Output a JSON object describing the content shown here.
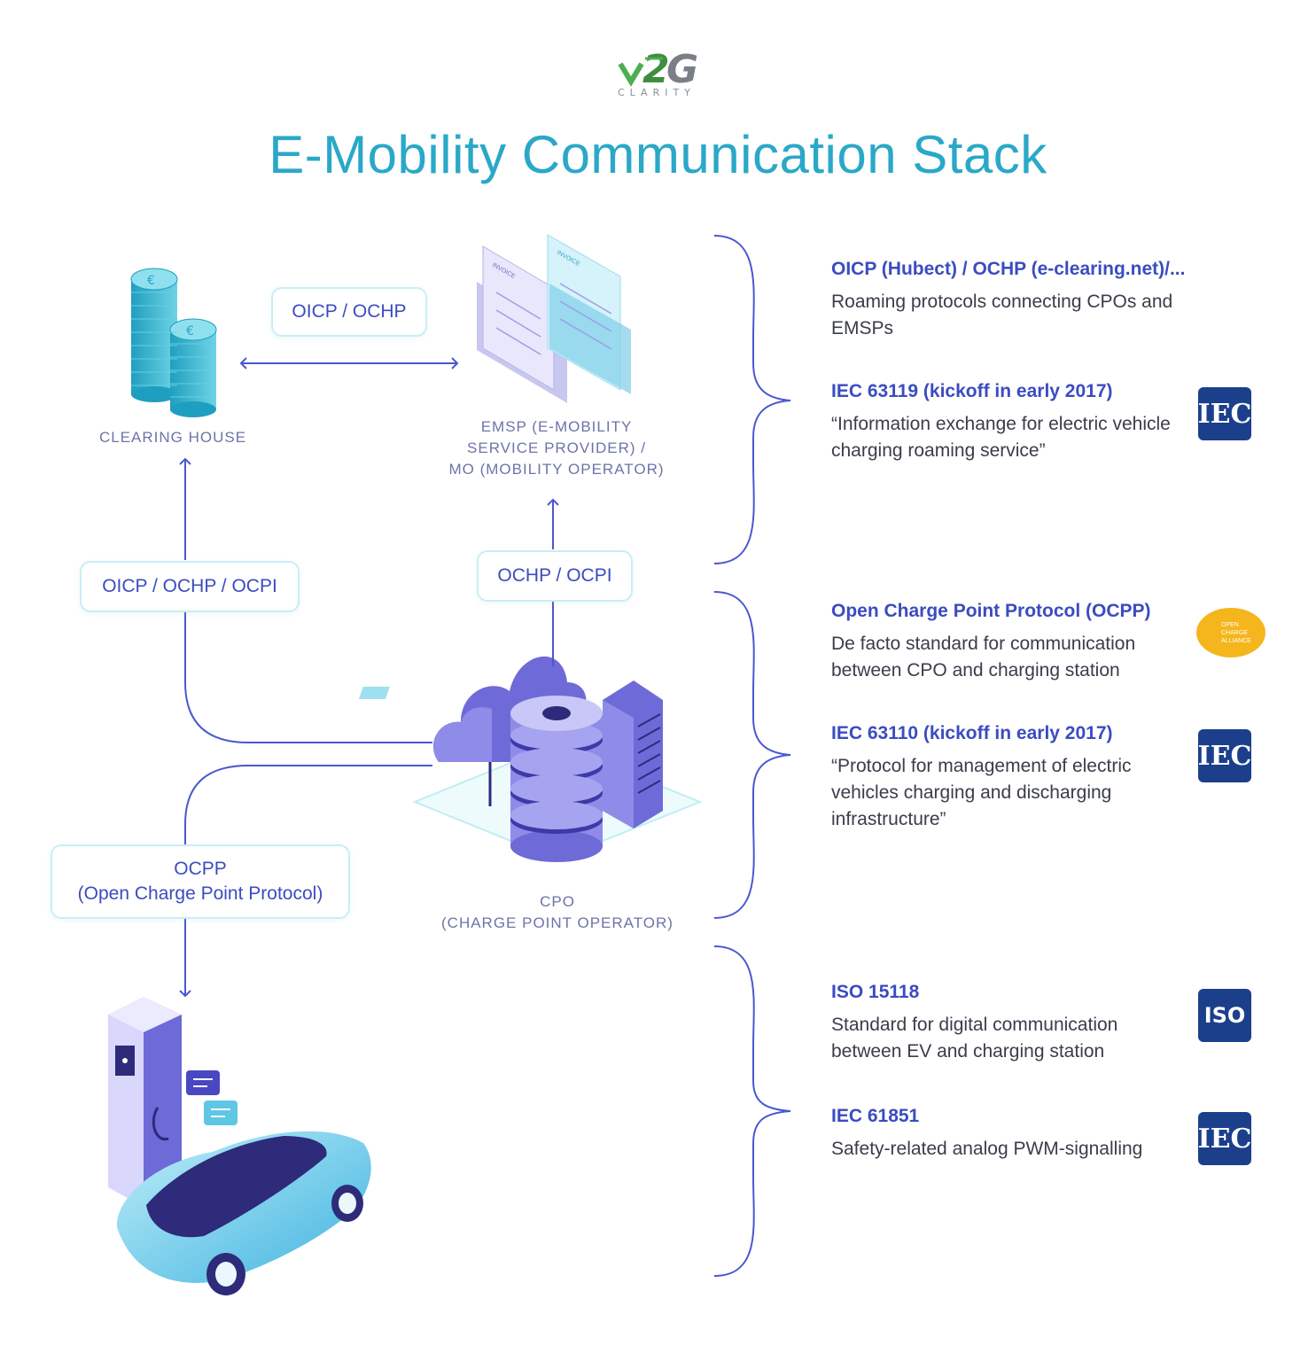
{
  "logo": {
    "word": "V2G",
    "sub": "CLARITY"
  },
  "title": "E-Mobility Communication Stack",
  "nodes": {
    "clearing_house": "CLEARING HOUSE",
    "emsp_line1": "EMSP (E-MOBILITY",
    "emsp_line2": "SERVICE  PROVIDER) /",
    "emsp_line3": "MO (MOBILITY OPERATOR)",
    "cpo_line1": "CPO",
    "cpo_line2": "(CHARGE POINT OPERATOR)"
  },
  "protocol_labels": {
    "oicp_ochp": "OICP / OCHP",
    "oicp_ochp_ocpi": "OICP / OCHP / OCPI",
    "ochp_ocpi": "OCHP / OCPI",
    "ocpp_line1": "OCPP",
    "ocpp_line2": "(Open Charge Point Protocol)"
  },
  "invoice_text": "INVOICE",
  "standards": [
    {
      "title": "OICP (Hubect) / OCHP (e-clearing.net)/...",
      "text": "Roaming protocols connecting CPOs and EMSPs"
    },
    {
      "title": "IEC 63119 (kickoff in early 2017)",
      "text": "“Information exchange for electric vehicle charging roaming service”",
      "badge": "IEC"
    },
    {
      "title": "Open Charge Point Protocol (OCPP)",
      "text": "De facto standard for communication between CPO and charging station",
      "badge": "OPEN CHARGE ALLIANCE"
    },
    {
      "title": "IEC 63110 (kickoff in early 2017)",
      "text": "“Protocol for management of electric vehicles charging and discharging infrastructure”",
      "badge": "IEC"
    },
    {
      "title": "ISO 15118",
      "text": "Standard for digital communication between EV and charging station",
      "badge": "ISO"
    },
    {
      "title": "IEC 61851",
      "text": "Safety-related analog PWM-signalling",
      "badge": "IEC"
    }
  ],
  "colors": {
    "title": "#2aa8c8",
    "accent": "#3b4cc0",
    "line": "#4a58d0",
    "pill_border": "#c9eef5",
    "badge": "#1c3f8c",
    "ocp": "#f5b51c"
  }
}
